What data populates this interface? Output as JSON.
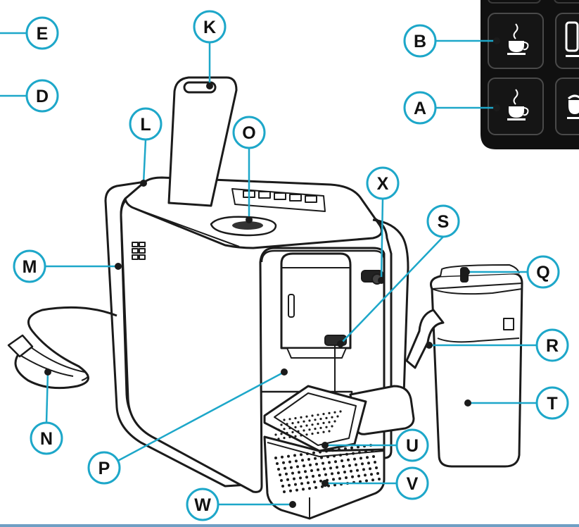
{
  "colors": {
    "leader": "#1da7c9",
    "outline": "#1b1b1b",
    "panel": "#101010",
    "panel_border": "#3a3a3a",
    "bottom_bar": "#6f9fc4"
  },
  "labels": {
    "A": "A",
    "B": "B",
    "D": "D",
    "E": "E",
    "K": "K",
    "L": "L",
    "M": "M",
    "N": "N",
    "O": "O",
    "P": "P",
    "Q": "Q",
    "R": "R",
    "S": "S",
    "T": "T",
    "U": "U",
    "V": "V",
    "W": "W",
    "X": "X"
  },
  "panel_icons": [
    "coffee-cup-icon",
    "coffee-cup-icon",
    "milk-jug-icon",
    "milk-cup-icon"
  ]
}
